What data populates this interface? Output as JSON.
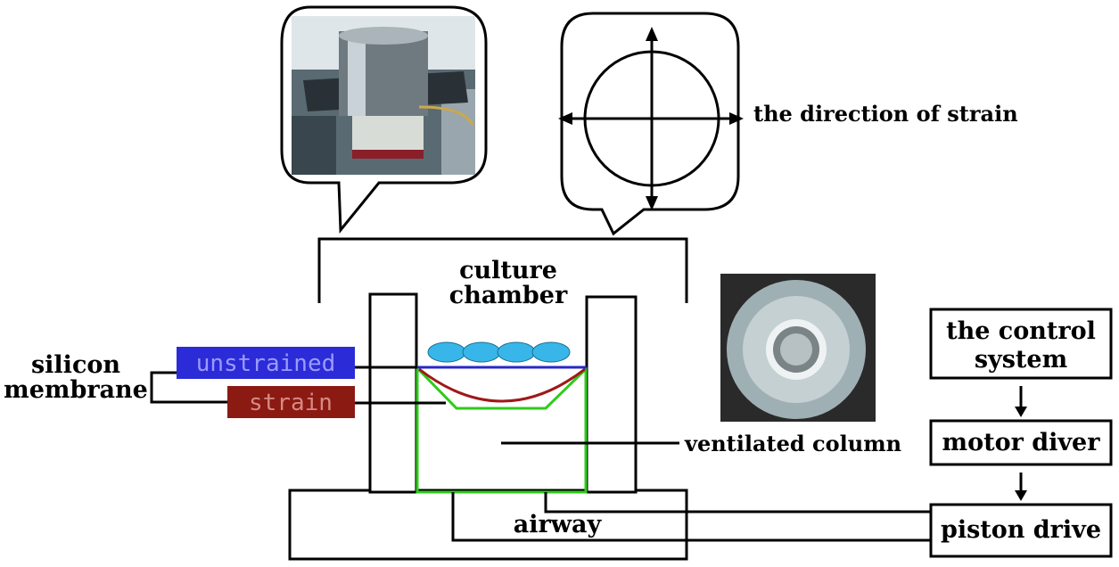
{
  "labels": {
    "direction": "the direction  of strain",
    "culture_line1": "culture",
    "culture_line2": "chamber",
    "silicon_line1": "silicon",
    "silicon_line2": "membrane",
    "unstrained": "unstrained",
    "strain": "strain",
    "ventilated": "ventilated column",
    "airway": "airway",
    "control_line1": "the control",
    "control_line2": "system",
    "motor": "motor diver",
    "piston": "piston drive"
  },
  "colors": {
    "unstrained_bg": "#2b2bd8",
    "unstrained_text": "#9a9aff",
    "strain_bg": "#8b1a12",
    "strain_text": "#d58a84",
    "cells": "#38b6ea",
    "chamber_outline": "#2ecc1a",
    "strained_membrane": "#a01818",
    "unstrained_membrane": "#2828c8"
  },
  "icons": {
    "photo_device": "chamber-device-photo",
    "photo_column": "ventilated-column-photo"
  }
}
